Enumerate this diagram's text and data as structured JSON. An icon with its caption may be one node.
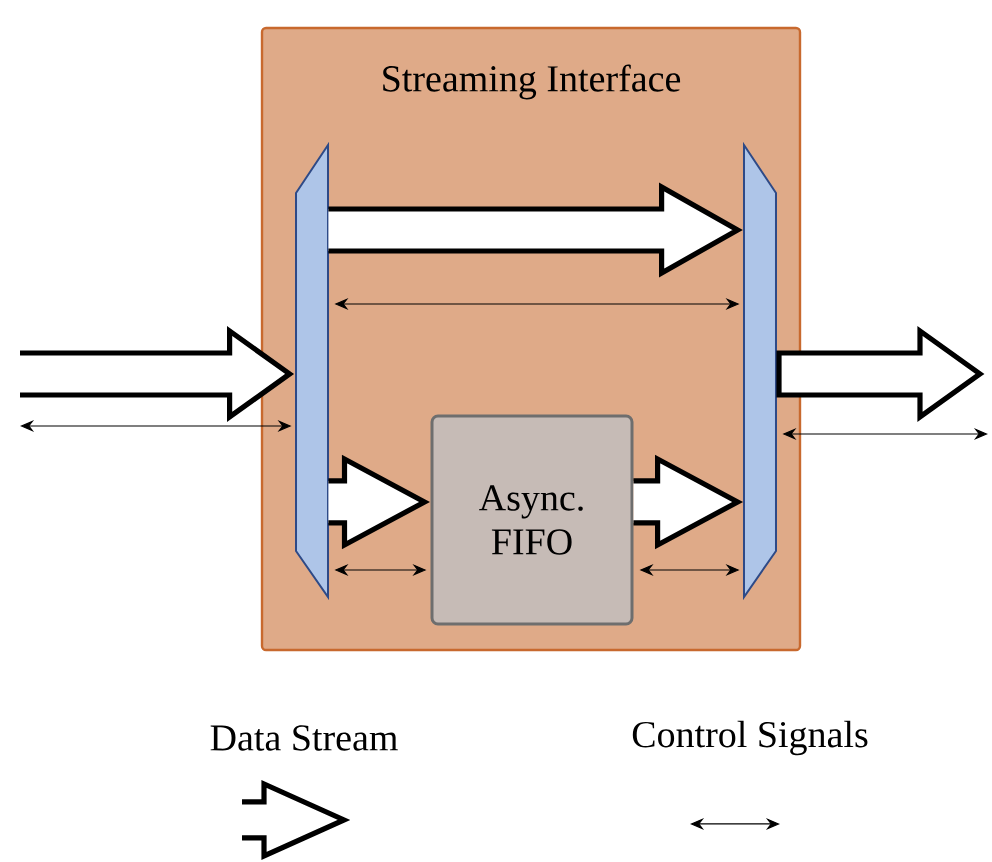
{
  "diagram": {
    "nodes": [
      {
        "text": [
          "Streaming Interface"
        ]
      },
      {
        "text": [],
        "shape": "bar",
        "in": 0
      },
      {
        "text": [],
        "shape": "bar",
        "in": 0
      },
      {
        "text": [
          "Async. FIFO"
        ],
        "in": 0
      }
    ],
    "edges": [
      {
        "from": null,
        "to": 1,
        "arrow": "to",
        "style": "thick"
      },
      {
        "from": null,
        "to": 1,
        "arrow": "both"
      },
      {
        "from": 1,
        "to": 2,
        "arrow": "to",
        "style": "thick"
      },
      {
        "from": 1,
        "to": 2,
        "arrow": "both"
      },
      {
        "from": 1,
        "to": 3,
        "arrow": "to",
        "style": "thick"
      },
      {
        "from": 1,
        "to": 3,
        "arrow": "both"
      },
      {
        "from": 3,
        "to": 2,
        "arrow": "to",
        "style": "thick"
      },
      {
        "from": 3,
        "to": 2,
        "arrow": "both"
      },
      {
        "from": 2,
        "to": null,
        "arrow": "to",
        "style": "thick"
      },
      {
        "from": 2,
        "to": null,
        "arrow": "both"
      }
    ],
    "legend": [
      {
        "text": "Data Stream"
      },
      {
        "text": "Control Signals"
      }
    ]
  }
}
